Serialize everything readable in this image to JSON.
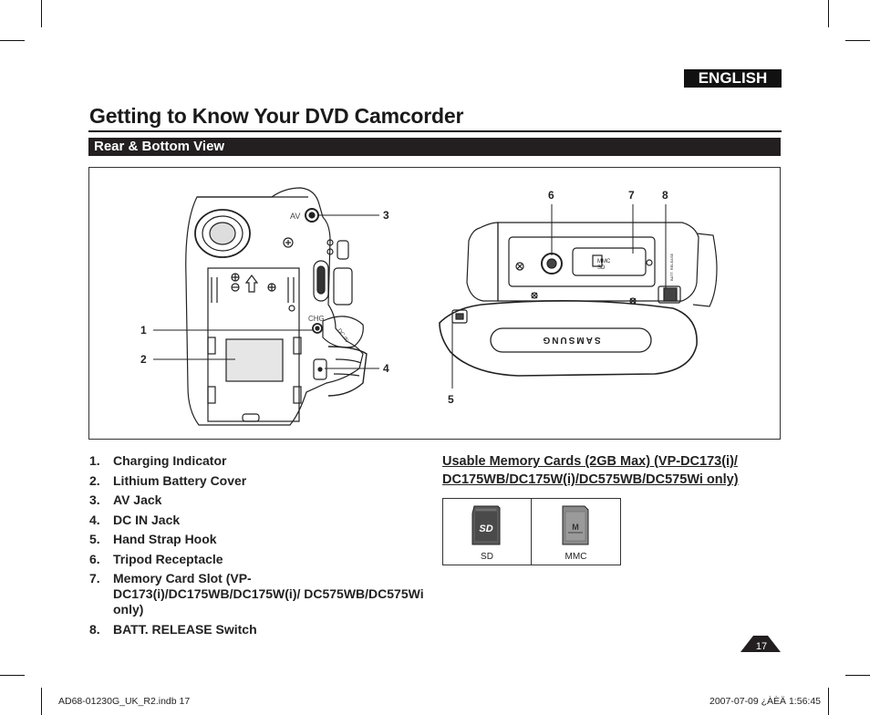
{
  "header": {
    "language": "ENGLISH"
  },
  "page_title": "Getting to Know Your DVD Camcorder",
  "section_title": "Rear & Bottom View",
  "figure": {
    "callouts": [
      "1",
      "2",
      "3",
      "4",
      "5",
      "6",
      "7",
      "8"
    ],
    "camera_labels": {
      "av": "AV",
      "chg": "CHG",
      "dc_in": "DC IN",
      "mmc_sd": "MMC\nSD",
      "mmc": "MMC",
      "sd": "SD",
      "batt_release": "BATT. RELEASE",
      "brand": "SAMSUNG"
    }
  },
  "parts_list": [
    {
      "num": "1.",
      "label": "Charging Indicator"
    },
    {
      "num": "2.",
      "label": "Lithium Battery Cover"
    },
    {
      "num": "3.",
      "label": "AV Jack"
    },
    {
      "num": "4.",
      "label": "DC IN Jack"
    },
    {
      "num": "5.",
      "label": "Hand Strap Hook"
    },
    {
      "num": "6.",
      "label": "Tripod Receptacle"
    },
    {
      "num": "7.",
      "label": "Memory Card Slot (VP-DC173(i)/DC175WB/DC175W(i)/ DC575WB/DC575Wi only)"
    },
    {
      "num": "8.",
      "label": "BATT. RELEASE Switch"
    }
  ],
  "memory_cards": {
    "heading": "Usable Memory Cards (2GB Max) (VP-DC173(i)/ DC175WB/DC175W(i)/DC575WB/DC575Wi only)",
    "cards": [
      {
        "name": "SD",
        "logo": "SD"
      },
      {
        "name": "MMC",
        "logo": "M"
      }
    ]
  },
  "page_number": "17",
  "footer": {
    "left": "AD68-01230G_UK_R2.indb   17",
    "right": "2007-07-09   ¿ÀÈÄ 1:56:45"
  }
}
